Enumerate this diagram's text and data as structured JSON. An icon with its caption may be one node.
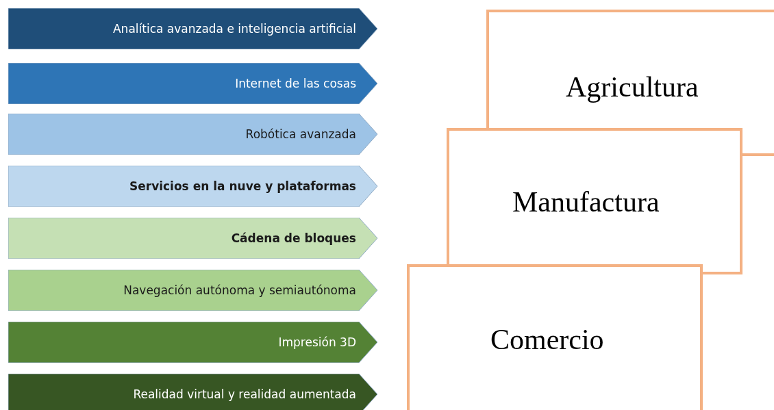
{
  "diagram": {
    "nodes": [
      {
        "text": [
          "Analítica avanzada e inteligencia artificial"
        ]
      },
      {
        "text": [
          "Internet de las cosas"
        ]
      },
      {
        "text": [
          "Robótica avanzada"
        ]
      },
      {
        "text": [
          "Servicios en la nuve y plataformas"
        ]
      },
      {
        "text": [
          "Cádena de bloques"
        ]
      },
      {
        "text": [
          "Navegación autónoma y semiautónoma"
        ]
      },
      {
        "text": [
          "Impresión 3D"
        ]
      },
      {
        "text": [
          "Realidad virtual y realidad aumentada"
        ]
      },
      {
        "text": [
          "Agricultura"
        ]
      },
      {
        "text": [
          "Manufactura"
        ]
      },
      {
        "text": [
          "Comercio"
        ]
      }
    ]
  }
}
